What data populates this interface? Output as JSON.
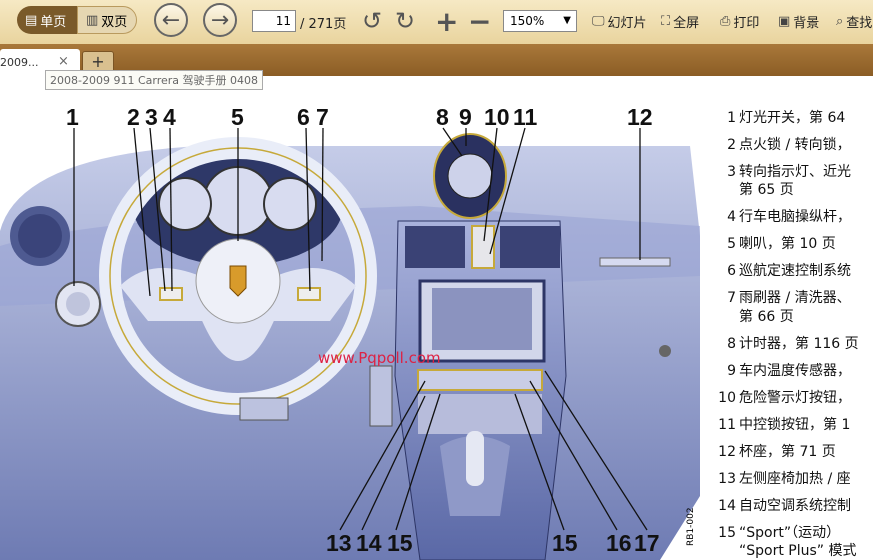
{
  "toolbar": {
    "single_page": "单页",
    "double_page": "双页",
    "current_page": "11",
    "total_pages": "/ 271页",
    "zoom": "150%",
    "slideshow": "幻灯片",
    "fullscreen": "全屏",
    "print": "打印",
    "background": "背景",
    "search": "查找"
  },
  "tabs": [
    {
      "label": "2009...",
      "close": "×"
    }
  ],
  "new_tab": "+",
  "tooltip": "2008-2009 911 Carrera 驾驶手册 0408",
  "figure": {
    "callouts": [
      "1",
      "2",
      "3",
      "4",
      "5",
      "6",
      "7",
      "8",
      "9",
      "10",
      "11",
      "12",
      "13",
      "14",
      "15",
      "15",
      "16",
      "17"
    ],
    "code": "RB1-002",
    "watermark": "www.Pqpoll.com"
  },
  "legend": [
    {
      "n": "1",
      "text": "灯光开关，第 64"
    },
    {
      "n": "2",
      "text": "点火锁 / 转向锁，"
    },
    {
      "n": "3",
      "text": "转向指示灯、近光"
    },
    {
      "n": "",
      "text": "第 65 页"
    },
    {
      "n": "4",
      "text": "行车电脑操纵杆，"
    },
    {
      "n": "5",
      "text": "喇叭，第 10 页"
    },
    {
      "n": "6",
      "text": "巡航定速控制系统"
    },
    {
      "n": "7",
      "text": "雨刷器 / 清洗器、"
    },
    {
      "n": "",
      "text": "第 66 页"
    },
    {
      "n": "8",
      "text": "计时器，第 116 页"
    },
    {
      "n": "9",
      "text": "车内温度传感器，"
    },
    {
      "n": "10",
      "text": "危险警示灯按钮，"
    },
    {
      "n": "11",
      "text": "中控锁按钮，第 1"
    },
    {
      "n": "12",
      "text": "杯座，第 71 页"
    },
    {
      "n": "13",
      "text": "左侧座椅加热 / 座"
    },
    {
      "n": "14",
      "text": "自动空调系统控制"
    },
    {
      "n": "15",
      "text": "“Sport”（运动）"
    },
    {
      "n": "",
      "text": "“Sport Plus” 模式"
    }
  ]
}
